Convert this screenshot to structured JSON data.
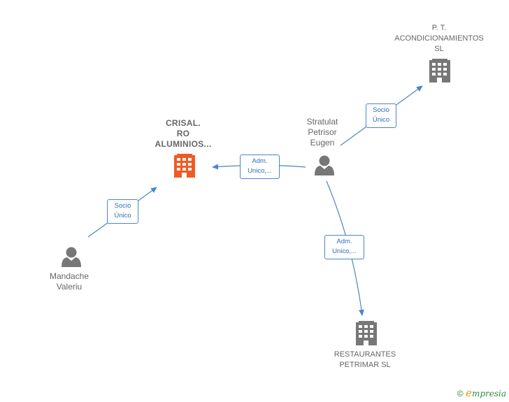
{
  "nodes": {
    "pt": {
      "label_lines": [
        "P.  T.",
        "ACONDICIONAMIENTOS",
        "SL"
      ],
      "icon": "building-icon",
      "color": "#666666"
    },
    "crisal": {
      "label_lines": [
        "CRISAL.",
        "RO",
        "ALUMINIOS..."
      ],
      "icon": "building-icon",
      "color": "#f15a24"
    },
    "stratulat": {
      "label_lines": [
        "Stratulat",
        "Petrisor",
        "Eugen"
      ],
      "icon": "person-icon",
      "color": "#666666"
    },
    "mandache": {
      "label_lines": [
        "Mandache",
        "Valeriu"
      ],
      "icon": "person-icon",
      "color": "#666666"
    },
    "restaurantes": {
      "label_lines": [
        "RESTAURANTES",
        "PETRIMAR  SL"
      ],
      "icon": "building-icon",
      "color": "#666666"
    }
  },
  "relations": {
    "socio_pt": {
      "lines": [
        "Socio",
        "Único"
      ]
    },
    "adm_crisal": {
      "lines": [
        "Adm.",
        "Unico,..."
      ]
    },
    "socio_crisal": {
      "lines": [
        "Socio",
        "Único"
      ]
    },
    "adm_restaurantes": {
      "lines": [
        "Adm.",
        "Unico,..."
      ]
    }
  },
  "footer": {
    "copyright": "©",
    "brand_initial": "e",
    "brand_rest": "mpresia"
  },
  "colors": {
    "edge": "#4a86c8",
    "node_gray": "#666666",
    "node_highlight": "#f15a24"
  }
}
